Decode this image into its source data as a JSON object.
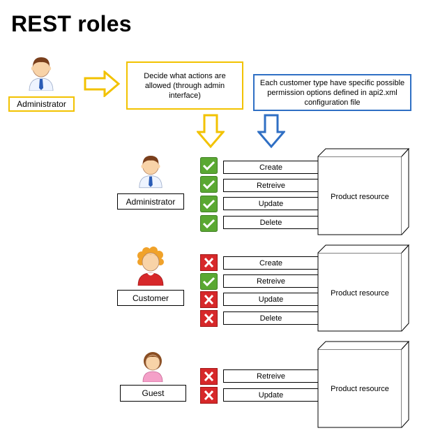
{
  "title": "REST roles",
  "top": {
    "admin_label": "Administrator",
    "decide_note": "Decide what actions are allowed  (through admin interface)",
    "customer_note": "Each customer type have specific possible permission options defined in api2.xml configuration file"
  },
  "roles": [
    {
      "name": "Administrator",
      "resource": "Product resource",
      "rows": [
        {
          "action": "Create",
          "allowed": true
        },
        {
          "action": "Retreive",
          "allowed": true
        },
        {
          "action": "Update",
          "allowed": true
        },
        {
          "action": "Delete",
          "allowed": true
        }
      ]
    },
    {
      "name": "Customer",
      "resource": "Product resource",
      "rows": [
        {
          "action": "Create",
          "allowed": false
        },
        {
          "action": "Retreive",
          "allowed": true
        },
        {
          "action": "Update",
          "allowed": false
        },
        {
          "action": "Delete",
          "allowed": false
        }
      ]
    },
    {
      "name": "Guest",
      "resource": "Product resource",
      "rows": [
        {
          "action": "Retreive",
          "allowed": false
        },
        {
          "action": "Update",
          "allowed": false
        }
      ]
    }
  ],
  "colors": {
    "allow": "#5aa832",
    "deny": "#d7282a",
    "yellow_outline": "#f2c200",
    "blue_outline": "#2f6fc4"
  }
}
